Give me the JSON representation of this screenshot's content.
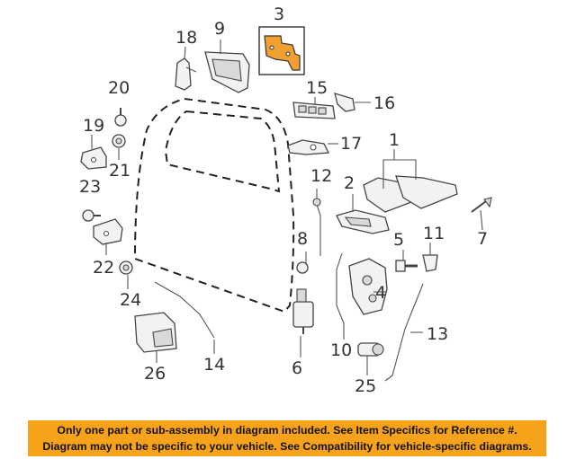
{
  "callouts": {
    "c1": "1",
    "c2": "2",
    "c3": "3",
    "c4": "4",
    "c5": "5",
    "c6": "6",
    "c7": "7",
    "c8": "8",
    "c9": "9",
    "c10": "10",
    "c11": "11",
    "c12": "12",
    "c13": "13",
    "c14": "14",
    "c15": "15",
    "c16": "16",
    "c17": "17",
    "c18": "18",
    "c19": "19",
    "c20": "20",
    "c21": "21",
    "c22": "22",
    "c23": "23",
    "c24": "24",
    "c25": "25",
    "c26": "26"
  },
  "colors": {
    "highlight": "#f7a21b",
    "highlight_part": "#f0a030"
  },
  "footer": {
    "line1": "Only one part or sub-assembly in diagram included. See Item Specifics for Reference #.",
    "line2": "Diagram may not be specific to your vehicle. See Compatibility for vehicle-specific diagrams."
  }
}
